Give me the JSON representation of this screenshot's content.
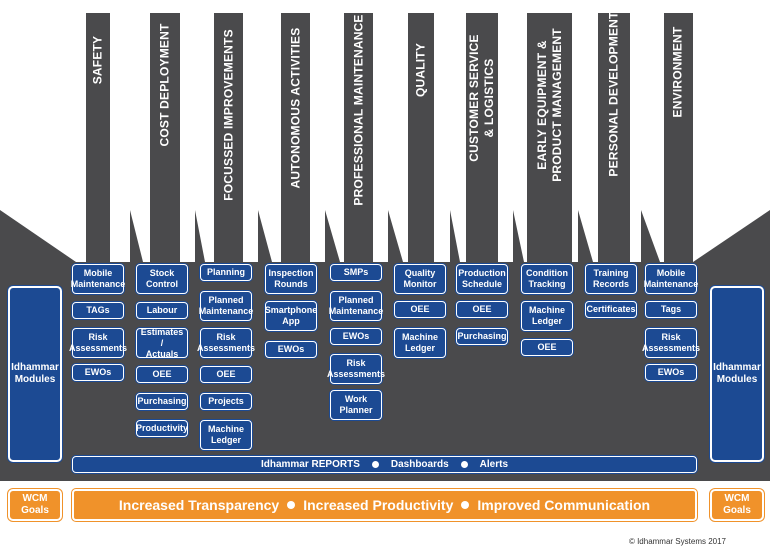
{
  "colors": {
    "factory": "#4a4a4c",
    "module_blue": "#1c4a93",
    "goal_orange": "#f0922a"
  },
  "pillars": [
    {
      "title": "SAFETY",
      "items": [
        "Mobile\nMaintenance",
        "TAGs",
        "Risk\nAssessments",
        "EWOs"
      ]
    },
    {
      "title": "COST DEPLOYMENT",
      "items": [
        "Stock\nControl",
        "Labour",
        "Estimates /\nActuals",
        "OEE",
        "Purchasing",
        "Productivity"
      ]
    },
    {
      "title": "FOCUSSED IMPROVEMENTS",
      "items": [
        "Planning",
        "Planned\nMaintenance",
        "Risk\nAssessments",
        "OEE",
        "Projects",
        "Machine\nLedger"
      ]
    },
    {
      "title": "AUTONOMOUS ACTIVITIES",
      "items": [
        "Inspection\nRounds",
        "Smartphone\nApp",
        "EWOs"
      ]
    },
    {
      "title": "PROFESSIONAL MAINTENANCE",
      "items": [
        "SMPs",
        "Planned\nMaintenance",
        "EWOs",
        "Risk\nAssessments",
        "Work\nPlanner"
      ]
    },
    {
      "title": "QUALITY",
      "items": [
        "Quality\nMonitor",
        "OEE",
        "Machine\nLedger"
      ]
    },
    {
      "title": "CUSTOMER SERVICE\n& LOGISTICS",
      "items": [
        "Production\nSchedule",
        "OEE",
        "Purchasing"
      ]
    },
    {
      "title": "EARLY EQUIPMENT &\nPRODUCT MANAGEMENT",
      "items": [
        "Condition\nTracking",
        "Machine\nLedger",
        "OEE"
      ]
    },
    {
      "title": "PERSONAL DEVELOPMENT",
      "items": [
        "Training\nRecords",
        "Certificates"
      ]
    },
    {
      "title": "ENVIRONMENT",
      "items": [
        "Mobile\nMaintenance",
        "Tags",
        "Risk\nAssessments",
        "EWOs"
      ]
    }
  ],
  "modules": {
    "left": "Idhammar\nModules",
    "right": "Idhammar\nModules"
  },
  "reports": {
    "main": "Idhammar REPORTS",
    "item1": "Dashboards",
    "item2": "Alerts"
  },
  "goals": {
    "left": "WCM\nGoals",
    "right": "WCM\nGoals",
    "g1": "Increased Transparency",
    "g2": "Increased Productivity",
    "g3": "Improved Communication"
  },
  "copyright": "© Idhammar Systems 2017"
}
